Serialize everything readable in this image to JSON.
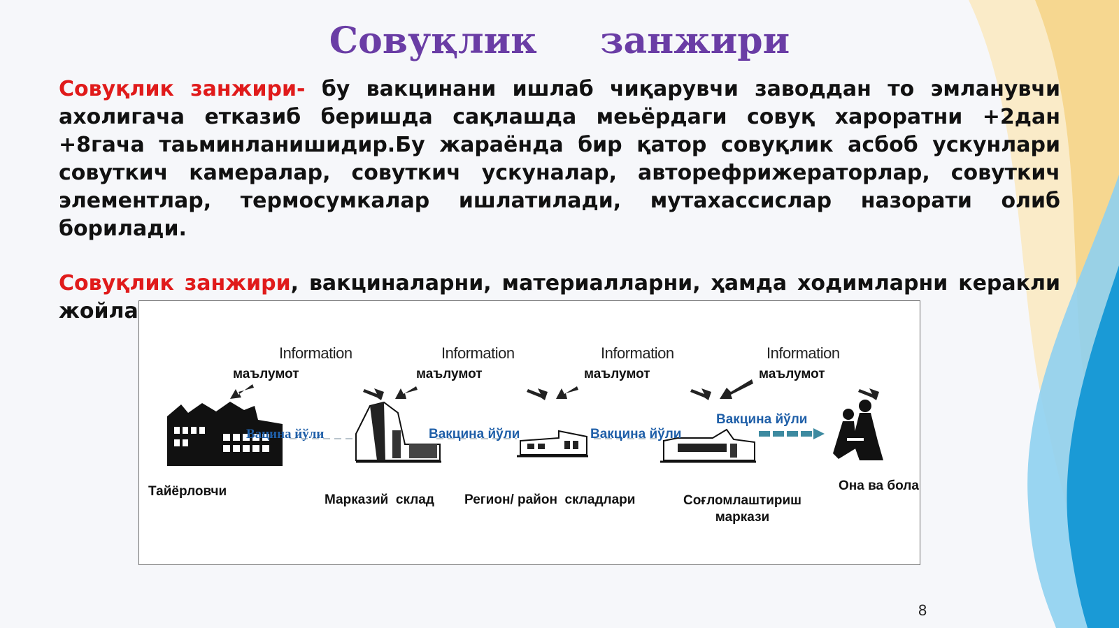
{
  "title": "Совуқлик     занжири",
  "para1": {
    "lead": "Совуқлик занжири-",
    "text": " бу вакцинани  ишлаб чиқарувчи заводдан  то эмланувчи ахолигача етказиб беришда сақлашда  меьёрдаги совуқ хароратни +2дан +8гача таьминланишидир.Бу жараёнда бир қатор совуқлик асбоб ускунлари совуткич камералар, совуткич ускуналар, авторефрижераторлар, совуткич элементлар, термосумкалар ишлатилади, мутахассислар  назорати олиб борилади."
  },
  "para2": {
    "lead": "Совуқлик занжири",
    "text": ", вакциналарни, материалларни, ҳамда ходимларни керакли жойларга ўз вақтида келишини таъминлайди."
  },
  "diagram": {
    "information": [
      "Information",
      "Information",
      "Information",
      "Information"
    ],
    "malumot": [
      "маълумот",
      "маълумот",
      "маълумот",
      "маълумот"
    ],
    "routes": [
      "Вацина йўли",
      "Вакцина йўли",
      "Вакцина йўли",
      "Вакцина йўли"
    ],
    "nodes": [
      "Тайёрловчи",
      "Марказий  склад",
      "Регион/ район  складлари",
      "Соғломлаштириш маркази",
      "Она ва бола"
    ]
  },
  "page_number": "8",
  "colors": {
    "title": "#6a3da5",
    "highlight": "#e01b1b",
    "route": "#1f5fa8",
    "accent_yellow": "#f5d58a",
    "accent_blue": "#1a9ad6"
  }
}
